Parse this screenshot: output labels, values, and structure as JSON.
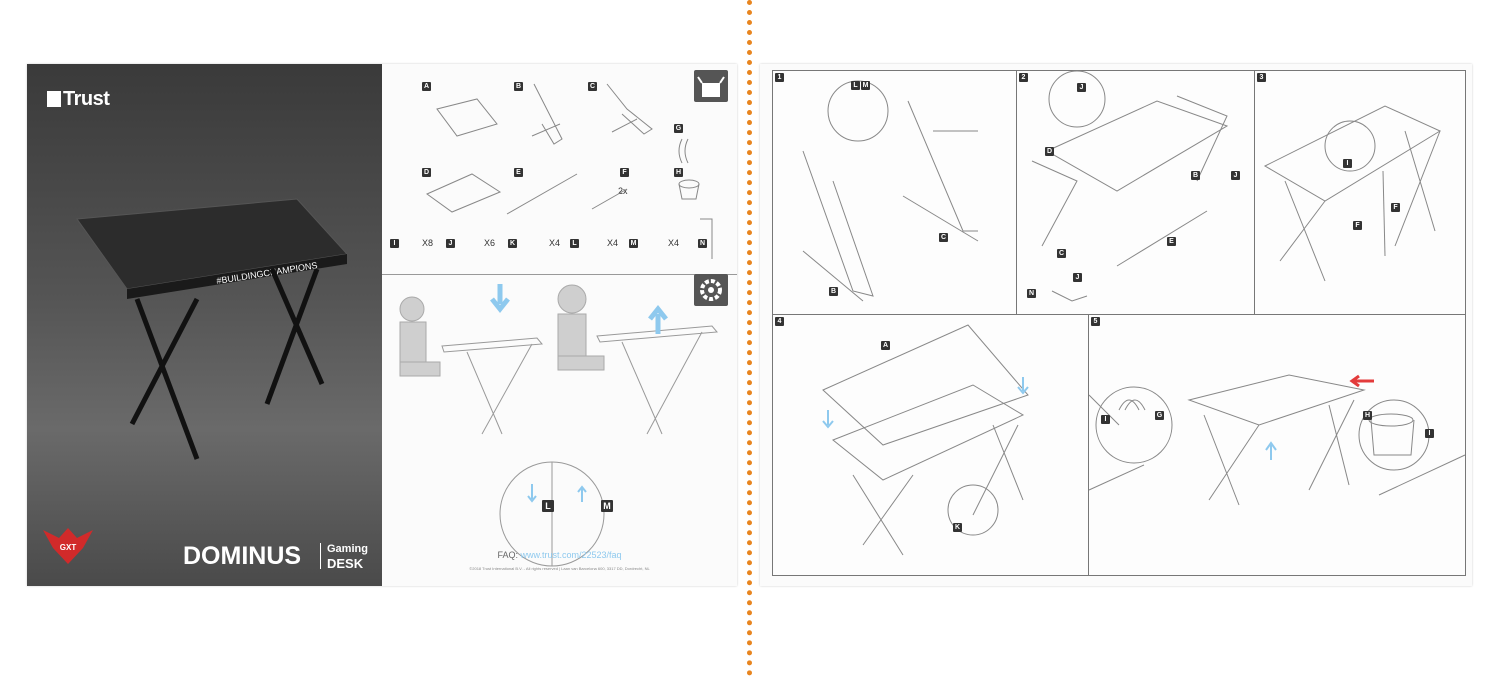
{
  "cover": {
    "brand": "Trust",
    "product_name": "DOMINUS",
    "product_type_line1": "Gaming",
    "product_type_line2": "DESK",
    "hashtag": "#BUILDINGCHAMPIONS",
    "sublogo": "GXT"
  },
  "parts": {
    "letters": [
      "A",
      "B",
      "C",
      "D",
      "E",
      "F",
      "G",
      "H",
      "N"
    ],
    "f_qty": "2x",
    "hardware": [
      {
        "label": "I",
        "qty": "X8"
      },
      {
        "label": "J",
        "qty": "X6"
      },
      {
        "label": "K",
        "qty": "X4"
      },
      {
        "label": "L",
        "qty": "X4"
      },
      {
        "label": "M",
        "qty": "X4"
      }
    ]
  },
  "setup": {
    "detail_labels": [
      "L",
      "M"
    ]
  },
  "faq": {
    "label": "FAQ:",
    "url": "www.trust.com/22523/faq",
    "legal": "©2018 Trust International B.V. - All rights reserved | Laan van Barcelona 600, 3317 DD, Dordrecht, NL"
  },
  "steps": [
    {
      "number": "1",
      "labels": [
        "L",
        "M",
        "B",
        "C"
      ]
    },
    {
      "number": "2",
      "labels": [
        "J",
        "D",
        "B",
        "J",
        "C",
        "E",
        "J",
        "N"
      ]
    },
    {
      "number": "3",
      "labels": [
        "I",
        "F",
        "F"
      ]
    },
    {
      "number": "4",
      "labels": [
        "A",
        "K"
      ]
    },
    {
      "number": "5",
      "labels": [
        "I",
        "G",
        "H",
        "I"
      ]
    }
  ],
  "colors": {
    "accent_blue": "#8ec9ee",
    "divider_orange": "#e8851f",
    "cover_dark": "#3a3a3a",
    "arrow_red": "#e33b3b"
  }
}
